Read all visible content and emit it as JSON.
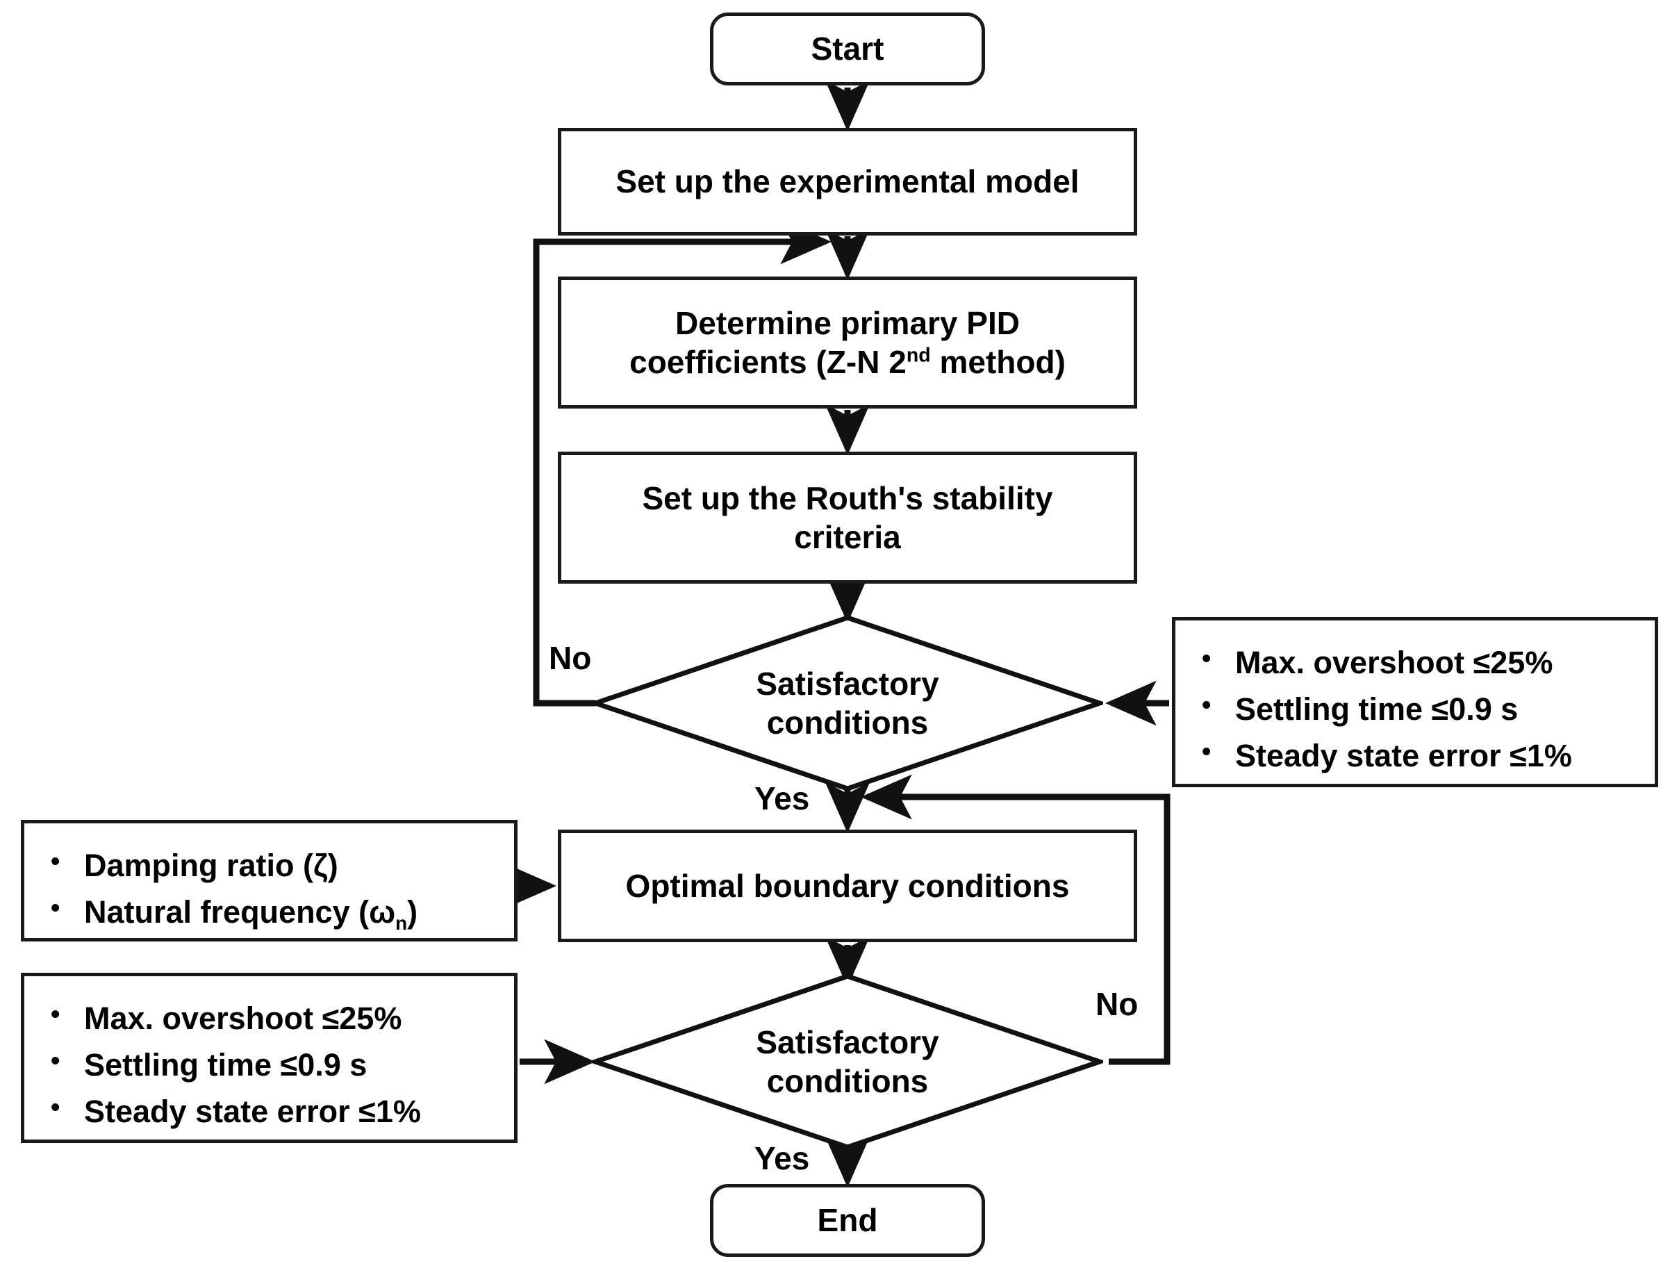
{
  "diagram": {
    "title": "PID controller tuning procedure flowchart",
    "colors": {
      "stroke": "#1a1a1a",
      "fill": "#ffffff",
      "text": "#000000"
    }
  },
  "nodes": {
    "start": {
      "label": "Start",
      "shape": "terminator"
    },
    "setup_model": {
      "label": "Set up the experimental model",
      "shape": "process"
    },
    "pid_coeffs": {
      "line1": "Determine primary PID",
      "line2_pre": "coefficients (Z-N 2",
      "line2_sup": "nd",
      "line2_post": " method)",
      "shape": "process"
    },
    "routh": {
      "line1": "Set up the Routh's stability",
      "line2": "criteria",
      "shape": "process"
    },
    "decision1": {
      "line1": "Satisfactory",
      "line2": "conditions",
      "shape": "decision"
    },
    "optimal": {
      "label": "Optimal boundary conditions",
      "shape": "process"
    },
    "decision2": {
      "line1": "Satisfactory",
      "line2": "conditions",
      "shape": "decision"
    },
    "end": {
      "label": "End",
      "shape": "terminator"
    }
  },
  "side_boxes": {
    "criteria_right": {
      "items": [
        "Max. overshoot ≤25%",
        "Settling time ≤0.9 s",
        "Steady state error ≤1%"
      ]
    },
    "params_left": {
      "item1": "Damping ratio (ζ)",
      "item2_pre": "Natural frequency (ω",
      "item2_sub": "n",
      "item2_post": ")"
    },
    "criteria_left": {
      "items": [
        "Max. overshoot ≤25%",
        "Settling time ≤0.9 s",
        "Steady state error ≤1%"
      ]
    }
  },
  "edge_labels": {
    "no_top": "No",
    "yes_top": "Yes",
    "no_bottom": "No",
    "yes_bottom": "Yes"
  }
}
